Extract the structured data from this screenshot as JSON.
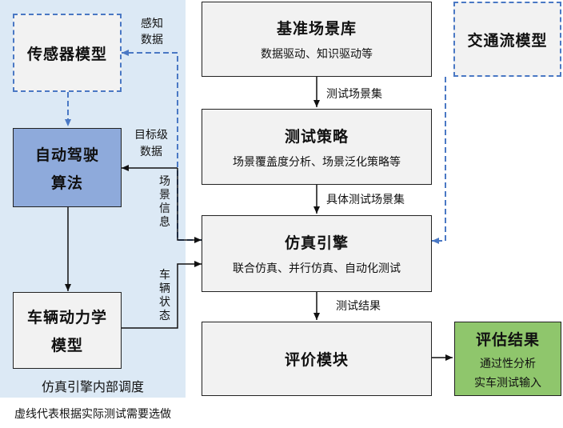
{
  "panel": {
    "label": "仿真引擎内部调度"
  },
  "footnote": "虚线代表根据实际测试需要选做",
  "nodes": {
    "sensor": {
      "title": "传感器模型"
    },
    "ad_algo": {
      "title_line1": "自动驾驶",
      "title_line2": "算法"
    },
    "vehicle_dyn": {
      "title_line1": "车辆动力学",
      "title_line2": "模型"
    },
    "scenario_lib": {
      "title": "基准场景库",
      "subtitle": "数据驱动、知识驱动等"
    },
    "test_strategy": {
      "title": "测试策略",
      "subtitle": "场景覆盖度分析、场景泛化策略等"
    },
    "sim_engine": {
      "title": "仿真引擎",
      "subtitle": "联合仿真、并行仿真、自动化测试"
    },
    "eval_module": {
      "title": "评价模块"
    },
    "traffic_model": {
      "title": "交通流模型"
    },
    "eval_result": {
      "title": "评估结果",
      "line1": "通过性分析",
      "line2": "实车测试输入"
    }
  },
  "edge_labels": {
    "perception_data_1": "感知",
    "perception_data_2": "数据",
    "target_data_1": "目标级",
    "target_data_2": "数据",
    "scene_info": "场景信息",
    "vehicle_state": "车辆状态",
    "test_scene_set": "测试场景集",
    "specific_test_scene_set": "具体测试场景集",
    "test_result": "测试结果"
  },
  "colors": {
    "panel_bg": "#dce9f5",
    "ad_box_bg": "#8eaadb",
    "result_box_bg": "#8fc66c",
    "dashed_line": "#4a78c4",
    "box_bg": "#f2f2f2"
  }
}
